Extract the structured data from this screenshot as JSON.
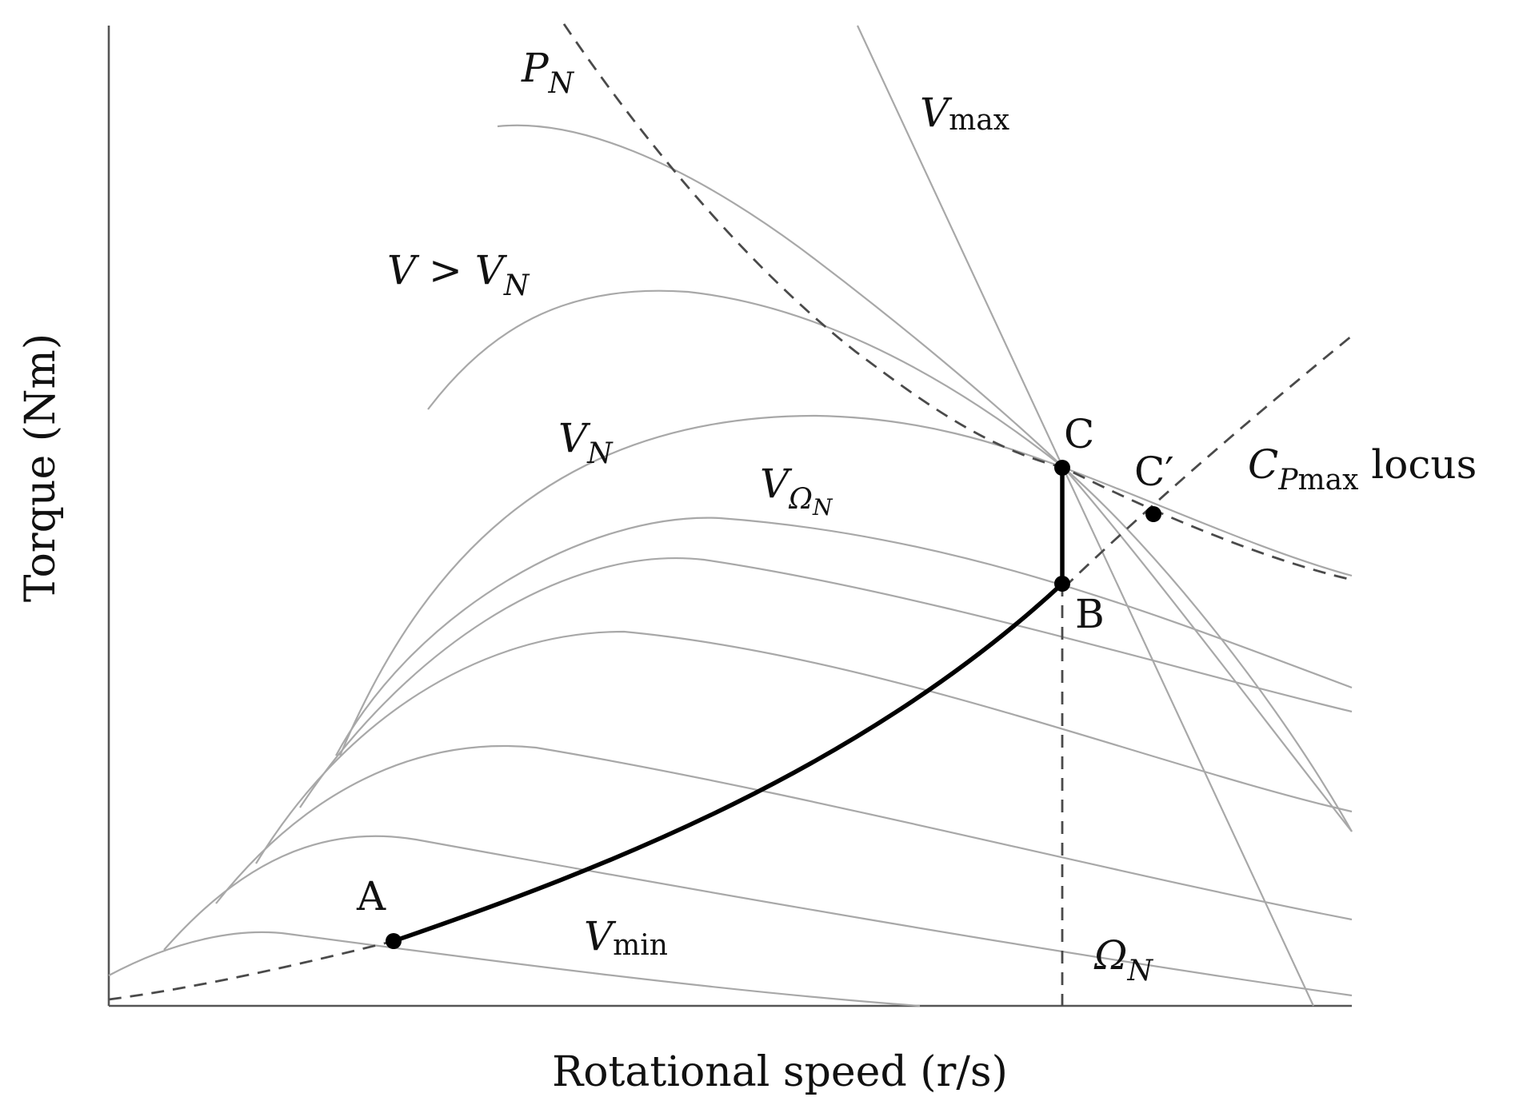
{
  "axes": {
    "x_label": "Rotational speed (r/s)",
    "y_label": "Torque (Nm)"
  },
  "points": {
    "A": "A",
    "B": "B",
    "C": "C",
    "C_prime": "C′"
  },
  "labels": {
    "P_N": {
      "main": "P",
      "sub": "N"
    },
    "V_max": {
      "main": "V",
      "sub": "max"
    },
    "V_gt_V_N": {
      "left": "V",
      "op": " > ",
      "right": "V",
      "sub": "N"
    },
    "V_N": {
      "main": "V",
      "sub": "N"
    },
    "V_Omega_N": {
      "main": "V",
      "sub": "Ω",
      "subsub": "N"
    },
    "C_Pmax_locus": {
      "main": "C",
      "sub": "P",
      "sub2": "max",
      "tail": " locus"
    },
    "V_min": {
      "main": "V",
      "sub": "min"
    },
    "Omega_N": {
      "main": "Ω",
      "sub": "N"
    }
  },
  "colors": {
    "thin_curves": "#a8a8a8",
    "dashed": "#4a4a4a",
    "operating_path": "#000000"
  }
}
